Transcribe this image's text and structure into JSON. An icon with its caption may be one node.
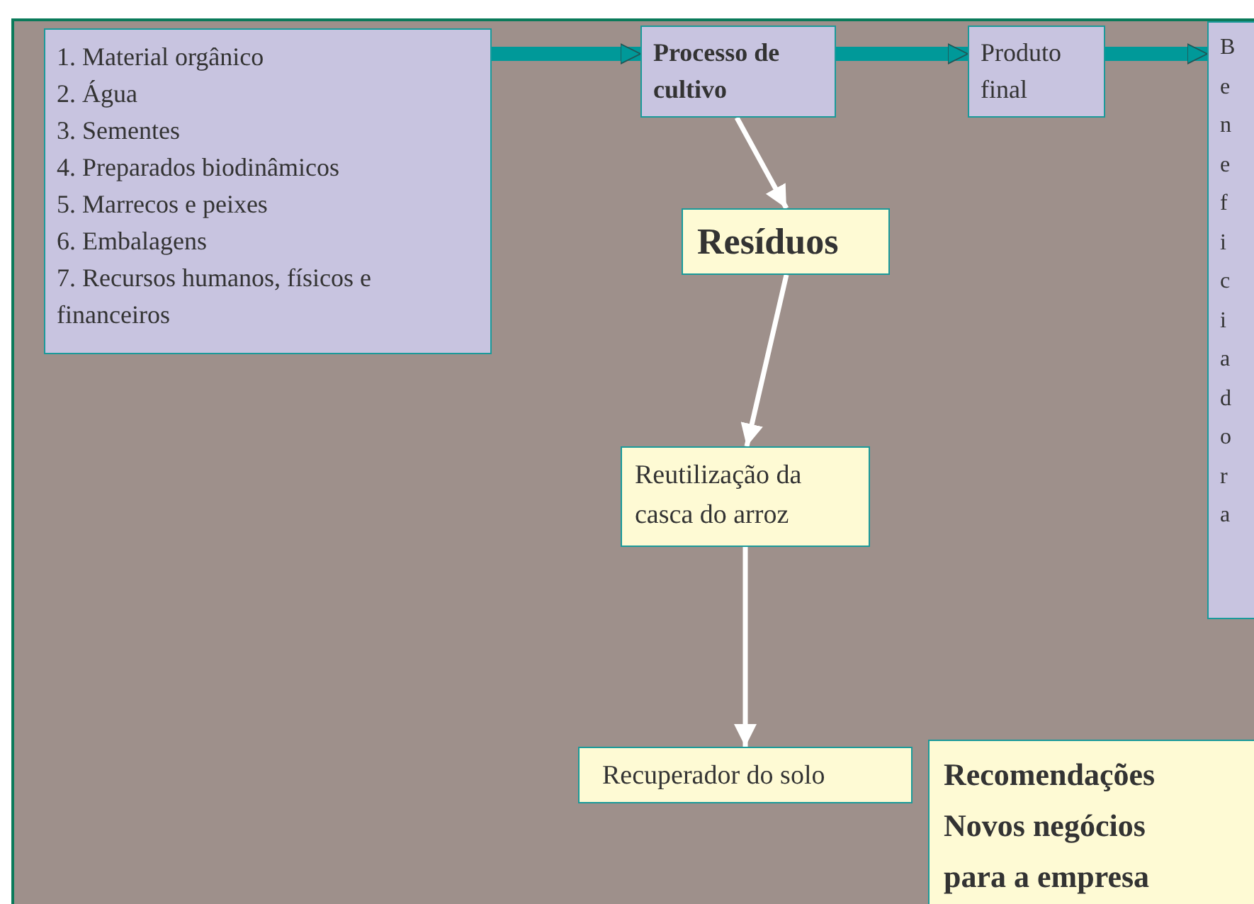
{
  "diagram": {
    "nodes": [
      {
        "text": [
          "1. Material orgânico",
          "2. Água",
          "3. Sementes",
          "4. Preparados biodinâmicos",
          "5. Marrecos e peixes",
          "6. Embalagens",
          "7. Recursos humanos, físicos e financeiros"
        ]
      },
      {
        "text": [
          "Processo de cultivo"
        ]
      },
      {
        "text": [
          "Produto final"
        ]
      },
      {
        "text": [
          "Beneficiadora"
        ]
      },
      {
        "text": [
          "Resíduos"
        ]
      },
      {
        "text": [
          "Reutilização da casca do arroz"
        ]
      },
      {
        "text": [
          "Recuperador do solo"
        ]
      },
      {
        "text": [
          "Recomendações",
          "Novos negócios para a empresa"
        ]
      }
    ],
    "edges": [
      {
        "from": 0,
        "to": 1,
        "arrow": "to",
        "style": "thick",
        "color": "#009999"
      },
      {
        "from": 1,
        "to": 2,
        "arrow": "to",
        "style": "thick",
        "color": "#009999"
      },
      {
        "from": 2,
        "to": 3,
        "arrow": "to",
        "style": "thick",
        "color": "#009999"
      },
      {
        "from": 1,
        "to": 4,
        "arrow": "to",
        "color": "#ffffff"
      },
      {
        "from": 4,
        "to": 5,
        "arrow": "to",
        "color": "#ffffff"
      },
      {
        "from": 5,
        "to": 6,
        "arrow": "to",
        "color": "#ffffff"
      }
    ]
  }
}
